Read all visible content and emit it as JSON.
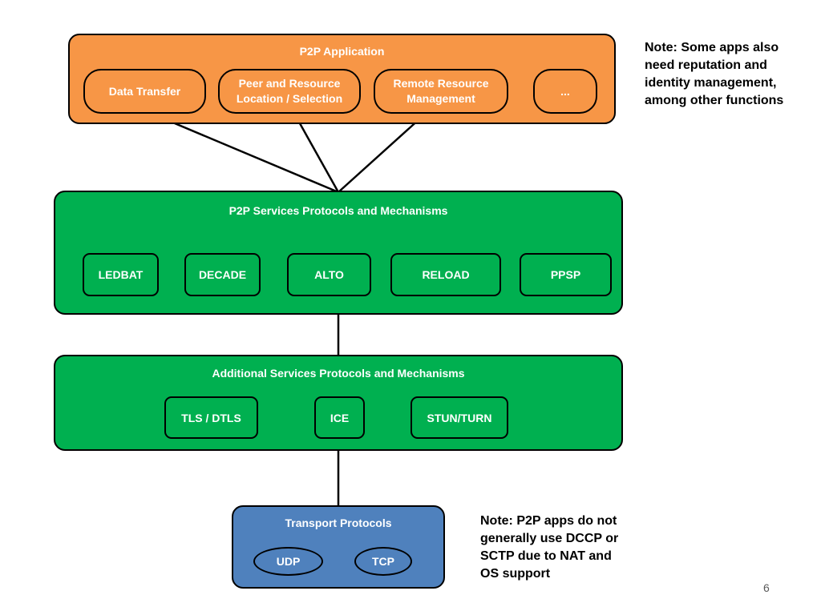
{
  "app_layer": {
    "title": "P2P Application",
    "items": [
      "Data Transfer",
      "Peer and Resource\nLocation / Selection",
      "Remote Resource\nManagement",
      "..."
    ]
  },
  "services_layer": {
    "title": "P2P Services Protocols and Mechanisms",
    "items": [
      "LEDBAT",
      "DECADE",
      "ALTO",
      "RELOAD",
      "PPSP"
    ]
  },
  "additional_layer": {
    "title": "Additional Services Protocols and Mechanisms",
    "items": [
      "TLS / DTLS",
      "ICE",
      "STUN/TURN"
    ]
  },
  "transport_layer": {
    "title": "Transport Protocols",
    "items": [
      "UDP",
      "TCP"
    ]
  },
  "notes": {
    "top": "Note: Some apps also\nneed reputation and\nidentity management,\namong other functions",
    "bottom": "Note: P2P apps do not\ngenerally use DCCP or\nSCTP due to NAT and\nOS support"
  },
  "page_number": "6",
  "colors": {
    "app": "#f79646",
    "services": "#00b050",
    "transport": "#4f81bd"
  }
}
